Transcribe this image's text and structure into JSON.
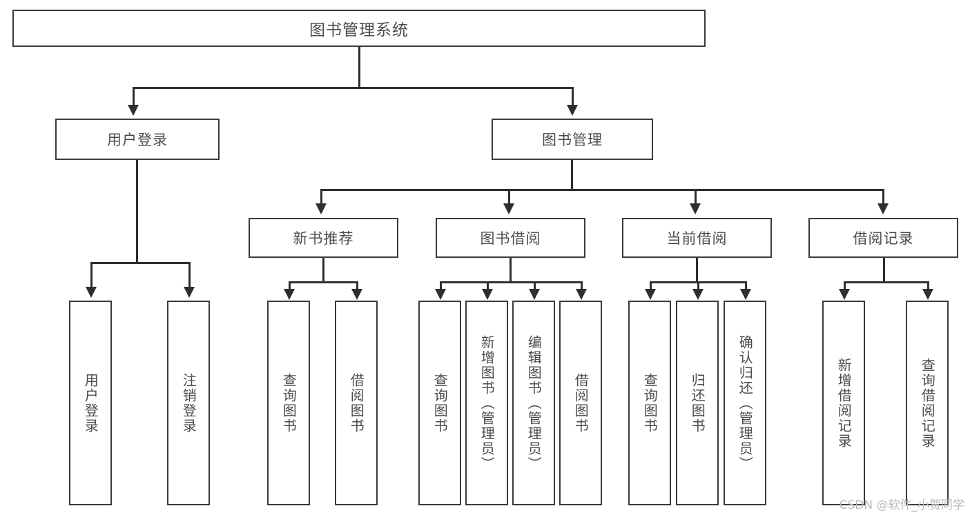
{
  "diagram": {
    "title": "图书管理系统",
    "type": "hierarchy-tree",
    "root": {
      "label": "图书管理系统"
    },
    "level2": [
      {
        "id": "user-login",
        "label": "用户登录"
      },
      {
        "id": "book-manage",
        "label": "图书管理"
      }
    ],
    "level3": [
      {
        "id": "new-book-recommend",
        "label": "新书推荐",
        "parent": "book-manage"
      },
      {
        "id": "book-borrow",
        "label": "图书借阅",
        "parent": "book-manage"
      },
      {
        "id": "current-borrow",
        "label": "当前借阅",
        "parent": "book-manage"
      },
      {
        "id": "borrow-record",
        "label": "借阅记录",
        "parent": "book-manage"
      }
    ],
    "leaves": [
      {
        "id": "leaf-user-login",
        "label": "用户登录",
        "parent": "user-login"
      },
      {
        "id": "leaf-user-logout",
        "label": "注销登录",
        "parent": "user-login"
      },
      {
        "id": "leaf-query-book-1",
        "label": "查询图书",
        "parent": "new-book-recommend"
      },
      {
        "id": "leaf-borrow-book-1",
        "label": "借阅图书",
        "parent": "new-book-recommend"
      },
      {
        "id": "leaf-query-book-2",
        "label": "查询图书",
        "parent": "book-borrow"
      },
      {
        "id": "leaf-add-book",
        "label": "新增图书（管理员）",
        "parent": "book-borrow"
      },
      {
        "id": "leaf-edit-book",
        "label": "编辑图书（管理员）",
        "parent": "book-borrow"
      },
      {
        "id": "leaf-borrow-book-2",
        "label": "借阅图书",
        "parent": "book-borrow"
      },
      {
        "id": "leaf-query-book-3",
        "label": "查询图书",
        "parent": "current-borrow"
      },
      {
        "id": "leaf-return-book",
        "label": "归还图书",
        "parent": "current-borrow"
      },
      {
        "id": "leaf-confirm-return",
        "label": "确认归还（管理员）",
        "parent": "current-borrow"
      },
      {
        "id": "leaf-add-record",
        "label": "新增借阅记录",
        "parent": "borrow-record"
      },
      {
        "id": "leaf-query-record",
        "label": "查询借阅记录",
        "parent": "borrow-record"
      }
    ],
    "colors": {
      "box_border": "#3a3a3a",
      "connector": "#2e2e2e",
      "text": "#4c4c4c",
      "background": "#ffffff",
      "watermark": "#b9b9b9"
    }
  },
  "watermark": {
    "text": "CSDN @软件_小贺同学"
  }
}
